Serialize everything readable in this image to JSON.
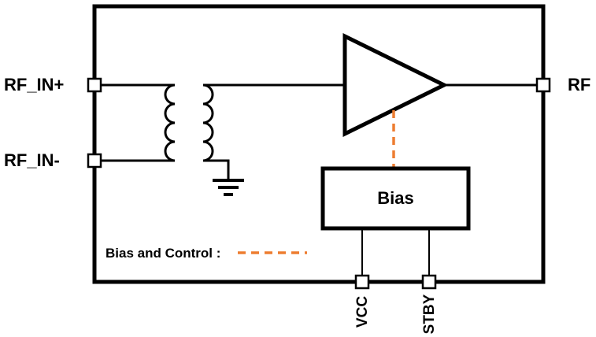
{
  "pins": {
    "rf_in_plus": "RF_IN+",
    "rf_in_minus": "RF_IN-",
    "rf_out": "RF",
    "vcc": "VCC",
    "stby": "STBY"
  },
  "blocks": {
    "bias": "Bias"
  },
  "legend": {
    "bias_and_control": "Bias and Control :"
  },
  "colors": {
    "wire": "#000000",
    "bias_control": "#ED7D31",
    "background": "#FFFFFF"
  }
}
